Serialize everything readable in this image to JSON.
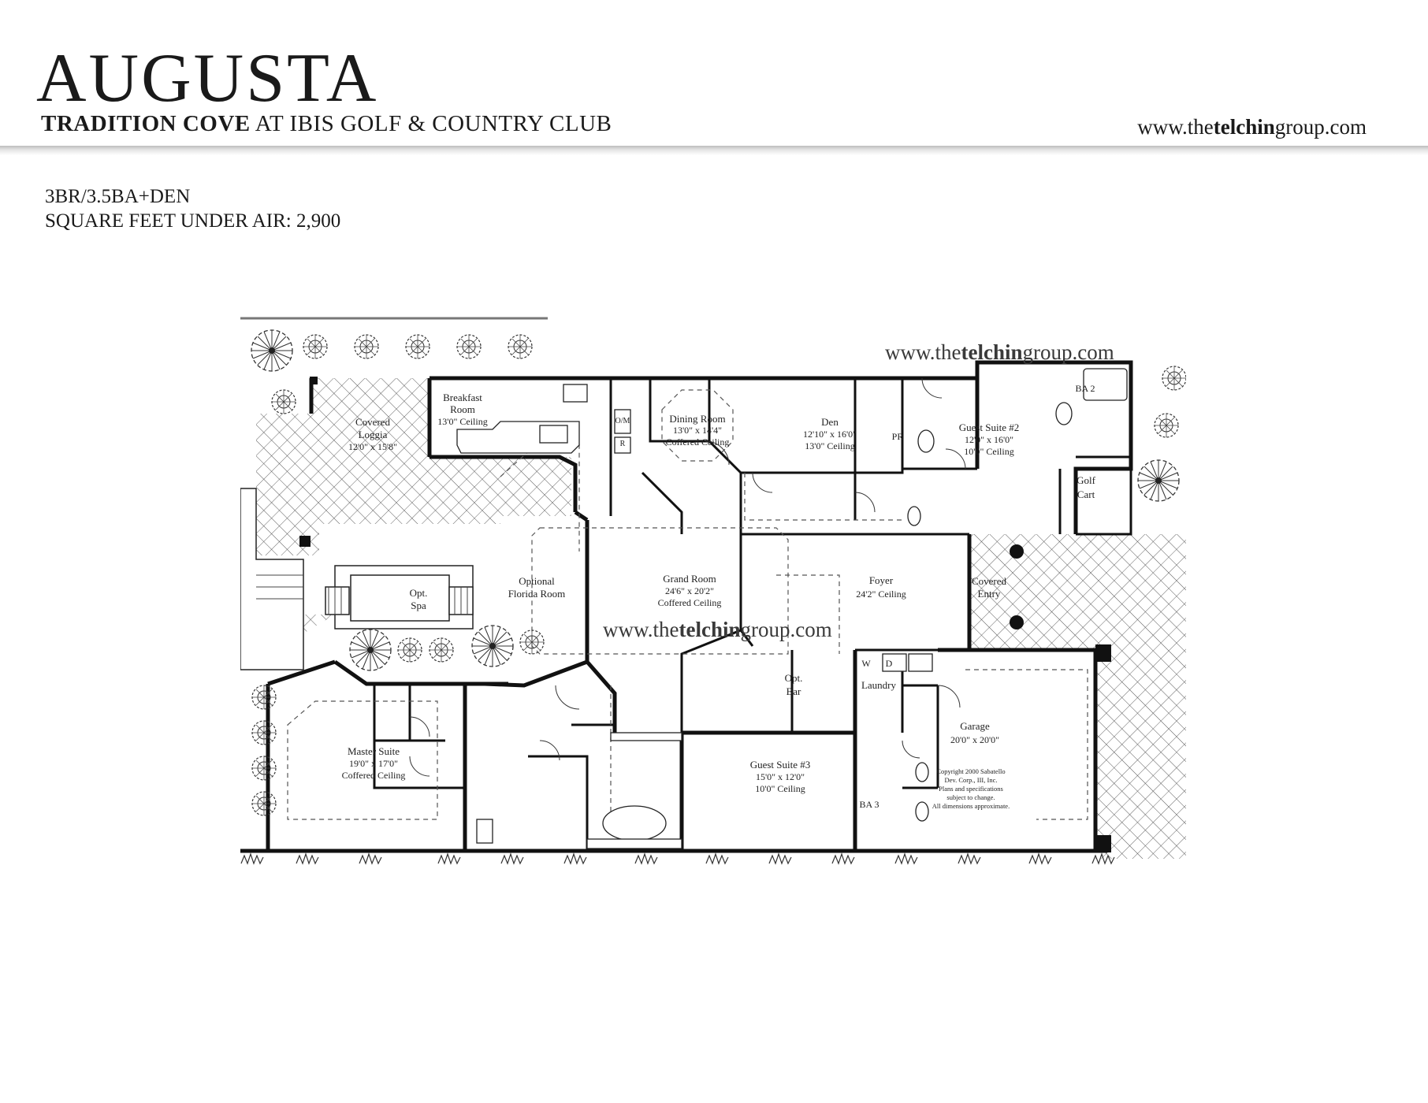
{
  "header": {
    "title": "AUGUSTA",
    "subtitle_bold": "TRADITION COVE",
    "subtitle_rest": " AT IBIS GOLF & COUNTRY CLUB",
    "website_prefix": "www.the",
    "website_bold": "telchin",
    "website_suffix": "group.com"
  },
  "specs": {
    "bed_bath": "3BR/3.5BA+DEN",
    "square_feet": "SQUARE FEET UNDER AIR: 2,900"
  },
  "watermark": {
    "prefix": "www.the",
    "bold": "telchin",
    "suffix": "group.com"
  },
  "rooms": {
    "breakfast": {
      "name_1": "Breakfast",
      "name_2": "Room",
      "ceiling": "13'0\" Ceiling"
    },
    "dining": {
      "name": "Dining Room",
      "size": "13'0\" x 14'4\"",
      "ceiling": "Coffered Ceiling"
    },
    "den": {
      "name": "Den",
      "size": "12'10\" x 16'0\"",
      "ceiling": "13'0\" Ceiling"
    },
    "guest2": {
      "name": "Guest Suite #2",
      "size": "12'0\" x 16'0\"",
      "ceiling": "10'0\" Ceiling"
    },
    "ba2": "BA 2",
    "pr": "PR",
    "om": "O/M",
    "r": "R",
    "golf_cart": {
      "name_1": "Golf",
      "name_2": "Cart"
    },
    "loggia": {
      "name_1": "Covered",
      "name_2": "Loggia",
      "size": "12'0\" x 15'8\""
    },
    "grand": {
      "name": "Grand Room",
      "size": "24'6\" x 20'2\"",
      "ceiling": "Coffered Ceiling"
    },
    "foyer": {
      "name": "Foyer",
      "ceiling": "24'2\" Ceiling"
    },
    "covered_entry": {
      "name_1": "Covered",
      "name_2": "Entry"
    },
    "spa": {
      "name_1": "Opt.",
      "name_2": "Spa"
    },
    "florida": {
      "name_1": "Optional",
      "name_2": "Florida Room"
    },
    "bar": {
      "name_1": "Opt.",
      "name_2": "Bar"
    },
    "laundry": {
      "name": "Laundry",
      "w": "W",
      "d": "D"
    },
    "garage": {
      "name": "Garage",
      "size": "20'0\" x 20'0\""
    },
    "master": {
      "name": "Master Suite",
      "size": "19'0\" x 17'0\"",
      "ceiling": "Coffered Ceiling"
    },
    "guest3": {
      "name": "Guest Suite #3",
      "size": "15'0\" x 12'0\"",
      "ceiling": "10'0\" Ceiling"
    },
    "ba3": "BA 3"
  },
  "copyright": [
    "Copyright 2000 Sabatello",
    "Dev. Corp., III, Inc.",
    "Plans and specifications",
    "subject to change.",
    "All dimensions approximate."
  ]
}
